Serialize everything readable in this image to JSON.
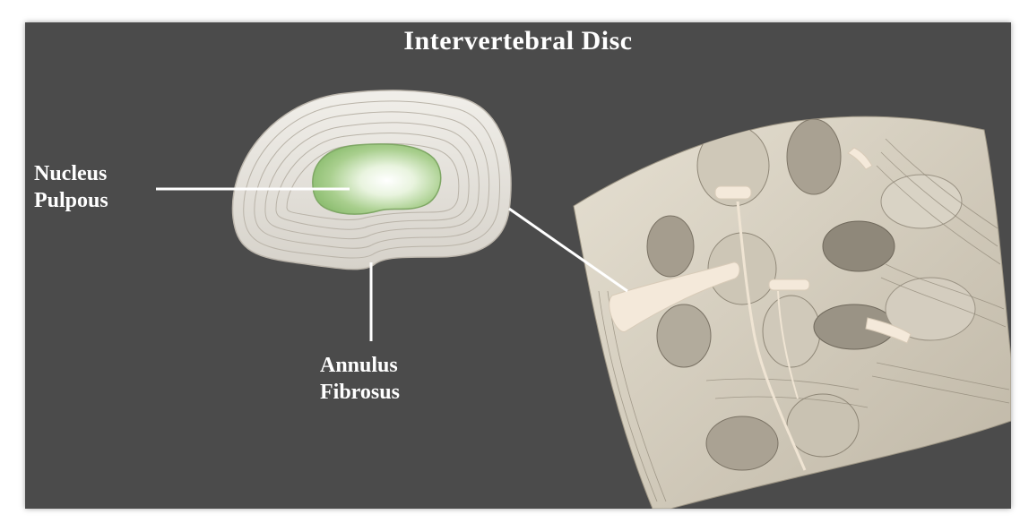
{
  "title": "Intervertebral Disc",
  "labels": {
    "nucleus": {
      "line1": "Nucleus",
      "line2": "Pulpous"
    },
    "annulus": {
      "line1": "Annulus",
      "line2": "Fibrosus"
    }
  },
  "colors": {
    "background": "#4b4b4b",
    "text": "#ffffff",
    "leader_line": "#ffffff",
    "disc": "#e8e5df",
    "nucleus": "#a9cf8e",
    "spine_tissue": "#d8d2c4"
  }
}
